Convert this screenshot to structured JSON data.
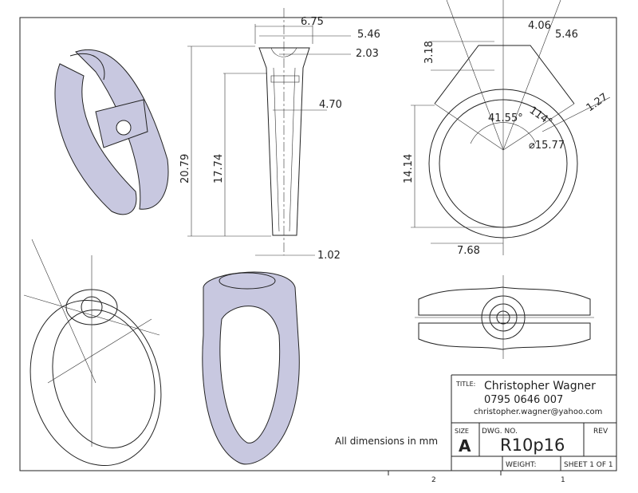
{
  "drawing": {
    "note": "All dimensions in mm",
    "zone_labels": [
      "2",
      "1"
    ],
    "side_view_dimensions": {
      "top_width": "6.75",
      "upper_width": "5.46",
      "setting_height": "2.03",
      "shank_width": "4.70",
      "total_height": "20.79",
      "shank_height": "17.74",
      "tip_width": "1.02"
    },
    "front_view_dimensions": {
      "inner_width": "4.06",
      "outer_width": "5.46",
      "setting_depth": "3.18",
      "band_thickness": "1.27",
      "angle_inner": "41.55°",
      "angle_outer": "114°",
      "diameter": "⌀15.77",
      "height": "14.14",
      "half_width": "7.68"
    }
  },
  "title_block": {
    "title_label": "TITLE:",
    "name": "Christopher Wagner",
    "phone": "0795 0646 007",
    "email": "christopher.wagner@yahoo.com",
    "size_label": "SIZE",
    "size_value": "A",
    "dwg_no_label": "DWG.  NO.",
    "dwg_no_value": "R10p16",
    "rev_label": "REV",
    "weight_label": "WEIGHT:",
    "sheet_label": "SHEET 1 OF 1"
  }
}
